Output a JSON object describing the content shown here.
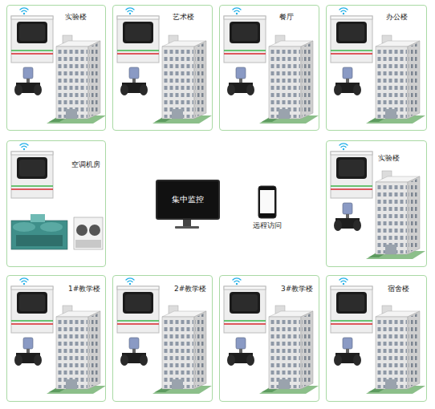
{
  "diagram": {
    "nodes": [
      {
        "text": [
          "实验楼"
        ]
      },
      {
        "text": [
          "艺术楼"
        ]
      },
      {
        "text": [
          "餐厅"
        ]
      },
      {
        "text": [
          "办公楼"
        ]
      },
      {
        "text": [
          "空调机房"
        ]
      },
      {
        "text": [
          "集中监控"
        ]
      },
      {
        "text": [
          "远程访问"
        ]
      },
      {
        "text": [
          "实验楼"
        ]
      },
      {
        "text": [
          "1#教学楼"
        ]
      },
      {
        "text": [
          "2#教学楼"
        ]
      },
      {
        "text": [
          "3#教学楼"
        ]
      },
      {
        "text": [
          "宿舍楼"
        ]
      }
    ]
  }
}
